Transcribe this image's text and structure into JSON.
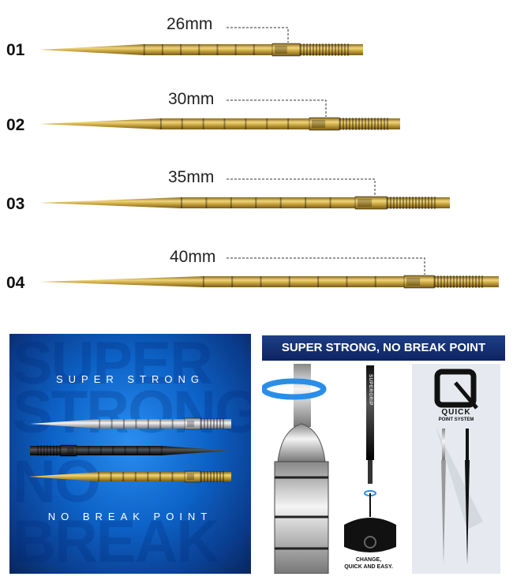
{
  "points": [
    {
      "number": "01",
      "length": "26mm"
    },
    {
      "number": "02",
      "length": "30mm"
    },
    {
      "number": "03",
      "length": "35mm"
    },
    {
      "number": "04",
      "length": "40mm"
    }
  ],
  "left_panel": {
    "top_text": "SUPER STRONG",
    "bottom_text": "NO BREAK POINT",
    "watermark": "SUPER STRONG NO BREAK POINT"
  },
  "right_panel": {
    "banner": "SUPER STRONG, NO BREAK POINT",
    "logo_title": "QUICK",
    "logo_subtitle": "POINT SYSTEM",
    "barrel_text": "SUPERGRIP",
    "caption_line1": "CHANGE,",
    "caption_line2": "QUICK AND EASY."
  },
  "colors": {
    "gold": "#c9a640",
    "banner": "#16307a",
    "panel_blue": "#0d63c8"
  }
}
